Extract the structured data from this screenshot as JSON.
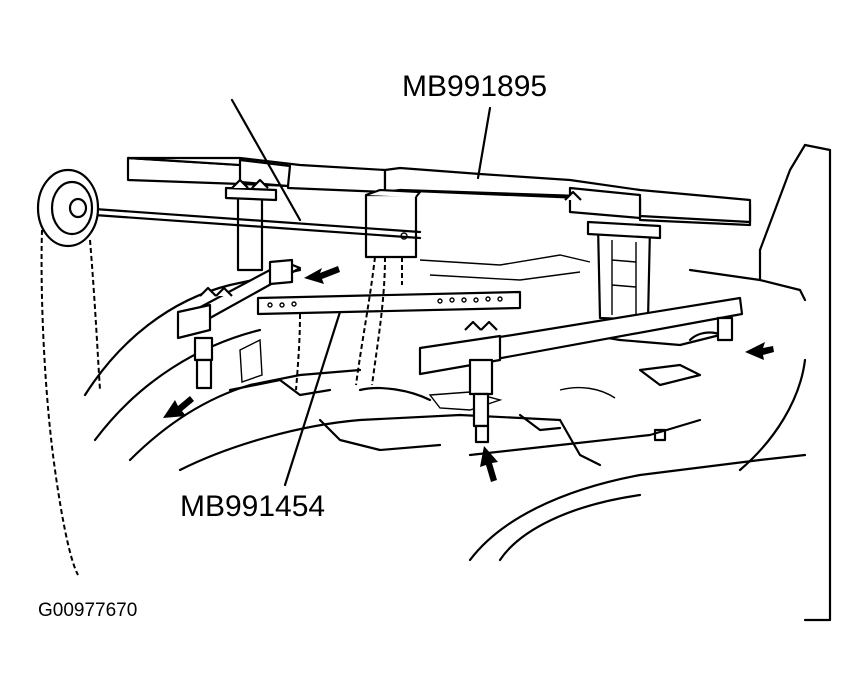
{
  "labels": {
    "engine_hanger_part": "MB991895",
    "adapter_bar_part": "MB991454",
    "figure_code": "G00977670"
  },
  "colors": {
    "ink": "#000000",
    "background": "#ffffff"
  }
}
